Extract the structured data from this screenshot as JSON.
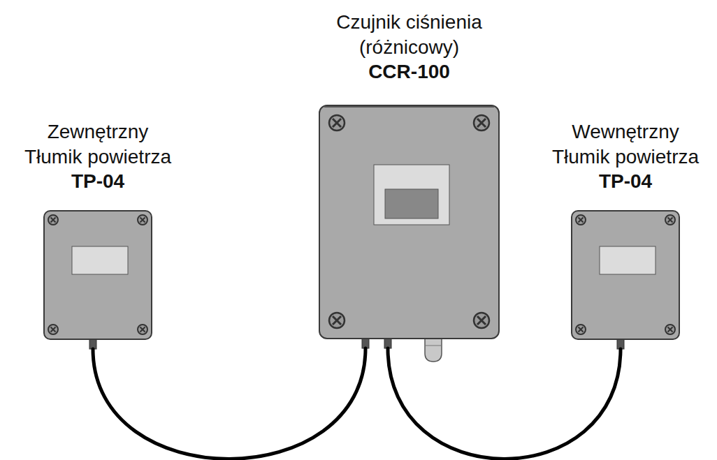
{
  "diagram": {
    "nodes": [
      {
        "text": [
          "Zewnętrzny Tłumik powietrza",
          "TP-04"
        ]
      },
      {
        "text": [
          "Czujnik ciśnienia (różnicowy)",
          "CCR-100"
        ]
      },
      {
        "text": [
          "Wewnętrzny Tłumik powietrza",
          "TP-04"
        ]
      }
    ],
    "edges": [
      {
        "from": 0,
        "to": 1,
        "arrow": "none"
      },
      {
        "from": 1,
        "to": 2,
        "arrow": "none"
      }
    ]
  }
}
